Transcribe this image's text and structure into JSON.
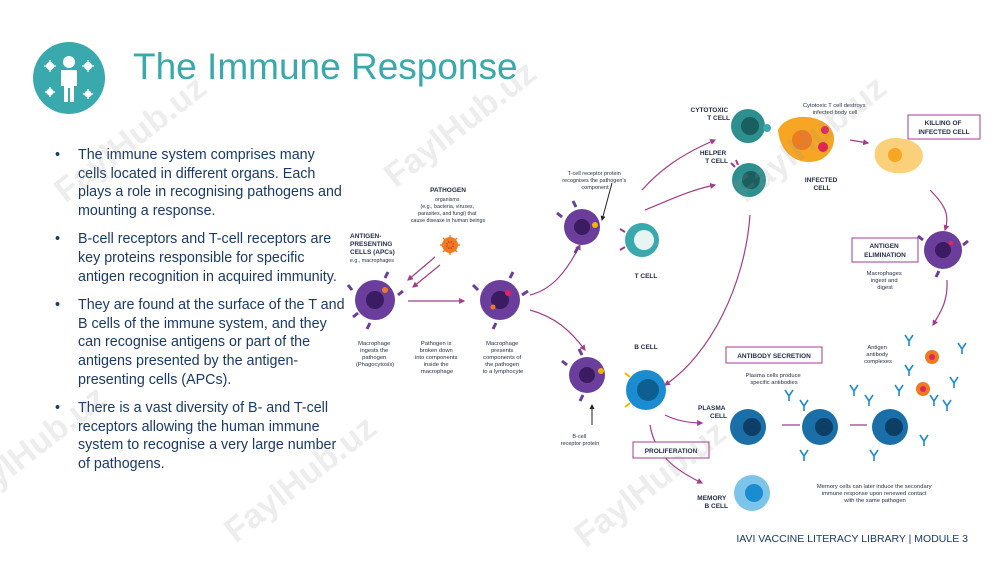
{
  "title": "The Immune Response",
  "logo_icon": "person-with-microbes-icon",
  "bullets": [
    "The immune system comprises many cells located in different organs. Each plays a role in recognising pathogens and mounting a response.",
    "B-cell receptors and T-cell receptors are key proteins responsible for specific antigen recognition in acquired immunity.",
    "They are found at the surface of the T and B cells of the immune system, and they can recognise antigens or part of the antigens presented by the antigen-presenting cells (APCs).",
    "There is a vast diversity of B- and T-cell receptors allowing the human immune system to recognise a very large number of pathogens."
  ],
  "diagram": {
    "pathogen_title": "PATHOGEN",
    "pathogen_desc": [
      "organisms",
      "(e.g., bacteria, viruses,",
      "parasites, and fungi) that",
      "cause disease in human beings"
    ],
    "apc_title": [
      "ANTIGEN-",
      "PRESENTING",
      "CELLS (APCs)"
    ],
    "apc_eg": "e.g., macrophages",
    "step1": [
      "Macrophage",
      "ingests the",
      "pathogen",
      "(Phagocytosis)"
    ],
    "step2": [
      "Pathogen is",
      "broken down",
      "into components",
      "inside the",
      "macrophage"
    ],
    "step3": [
      "Macrophage",
      "presents",
      "components of",
      "the pathogen",
      "to a lymphocyte"
    ],
    "tcr_note": [
      "T-cell receptor protein",
      "recognises the pathogen's",
      "component"
    ],
    "t_cell": "T CELL",
    "b_cell": "B CELL",
    "bcr_note": [
      "B-cell",
      "receptor protein"
    ],
    "cytotoxic": [
      "CYTOTOXIC",
      "T CELL"
    ],
    "helper": [
      "HELPER",
      "T CELL"
    ],
    "cyto_note": [
      "Cytotoxic T cell destroys",
      "infected body cell"
    ],
    "infected": [
      "INFECTED",
      "CELL"
    ],
    "killing": [
      "KILLING OF",
      "INFECTED CELL"
    ],
    "elimination": [
      "ANTIGEN",
      "ELIMINATION"
    ],
    "macro_note": [
      "Macrophages",
      "ingest and",
      "digest"
    ],
    "complex_note": [
      "Antigen",
      "antibody",
      "complexes"
    ],
    "antibody_secretion": "ANTIBODY SECRETION",
    "plasma_note": [
      "Plasma cells produce",
      "specific antibodies"
    ],
    "plasma_cell": [
      "PLASMA",
      "CELL"
    ],
    "proliferation": "PROLIFERATION",
    "memory_cell": [
      "MEMORY",
      "B CELL"
    ],
    "memory_note": [
      "Memory cells can later induce the secondary",
      "immune response upon renewed contact",
      "with the same pathogen"
    ]
  },
  "footer": "IAVI VACCINE LITERACY LIBRARY  |  MODULE 3",
  "watermark": "FaylHub.uz",
  "colors": {
    "teal": "#3aa9ad",
    "navy": "#1b3a66",
    "magenta": "#a23c8c",
    "purple": "#5b2a86",
    "blue": "#1b6fa8"
  }
}
